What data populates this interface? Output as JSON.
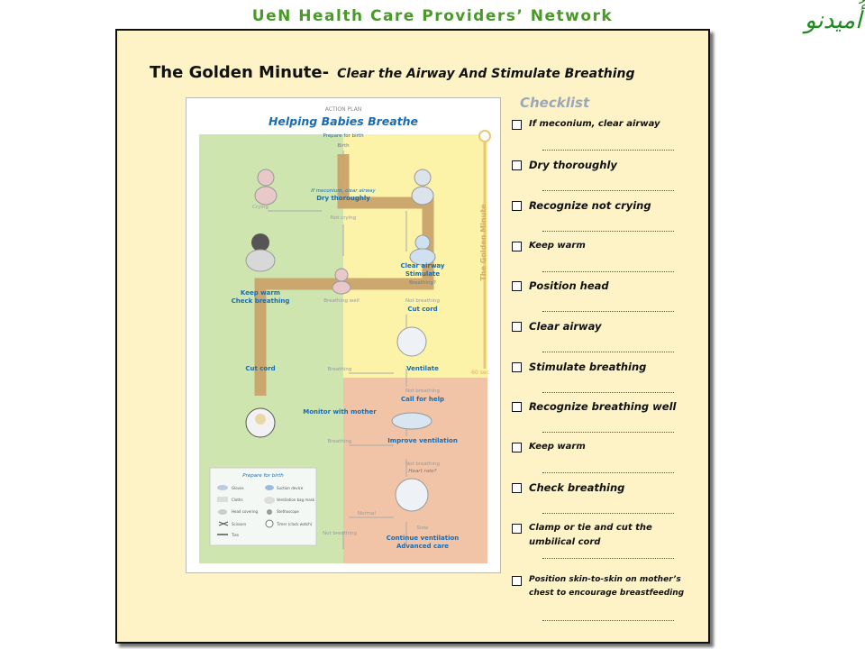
{
  "header": {
    "title": "UeN Health Care Providers’ Network",
    "logo_text": "أُميدنو"
  },
  "slide": {
    "title": "The Golden Minute-",
    "subtitle": "Clear the Airway And Stimulate Breathing"
  },
  "poster": {
    "action_plan": "ACTION PLAN",
    "heading": "Helping Babies Breathe",
    "prepare": "Prepare for birth",
    "birth": "Birth",
    "golden_minute": "The Golden Minute",
    "sec60": "60 sec",
    "if_meconium": "If meconium, clear airway",
    "dry": "Dry thoroughly",
    "crying": "Crying",
    "not_crying": "Not crying",
    "keep_warm": "Keep warm",
    "check_breathing": "Check breathing",
    "clear_airway": "Clear airway",
    "stimulate": "Stimulate",
    "breathing": "Breathing?",
    "breathing_well": "Breathing well",
    "not_breathing_1": "Not breathing",
    "cut_cord_right": "Cut cord",
    "ventilate": "Ventilate",
    "cut_cord_left": "Cut cord",
    "breathing_lbl_1": "Breathing",
    "not_breathing_2": "Not breathing",
    "call_help": "Call for help",
    "monitor": "Monitor with mother",
    "breathing_lbl_2": "Breathing",
    "improve": "Improve ventilation",
    "not_breathing_3": "Not breathing",
    "heart_rate": "Heart rate?",
    "normal": "Normal",
    "slow": "Slow",
    "not_breathing_4": "Not breathing",
    "continue_vent": "Continue ventilation",
    "advanced": "Advanced care",
    "equip_title": "Prepare for birth",
    "equip": [
      "Gloves",
      "Suction device",
      "Cloths",
      "Ventilation bag mask",
      "Head covering",
      "Stethoscope",
      "Scissors",
      "Timer (clock watch)",
      "Ties"
    ]
  },
  "checklist": {
    "title": "Checklist",
    "items": [
      "If meconium, clear airway",
      "Dry thoroughly",
      "Recognize not crying",
      "Keep warm",
      "Position head",
      "Clear airway",
      "Stimulate breathing",
      "Recognize breathing well",
      "Keep warm",
      "Check breathing",
      "Clamp or tie and cut the umbilical cord",
      "Position skin-to-skin on mother’s chest to encourage breastfeeding"
    ]
  },
  "colors": {
    "header_green": "#4a9a2a",
    "slide_bg": "#fdf3c7",
    "zone_green": "#cfe5b0",
    "zone_yellow": "#fcf2a8",
    "zone_pink": "#f1c4a8",
    "path_tan": "#c9a36a",
    "poster_blue": "#1a6bb0"
  }
}
